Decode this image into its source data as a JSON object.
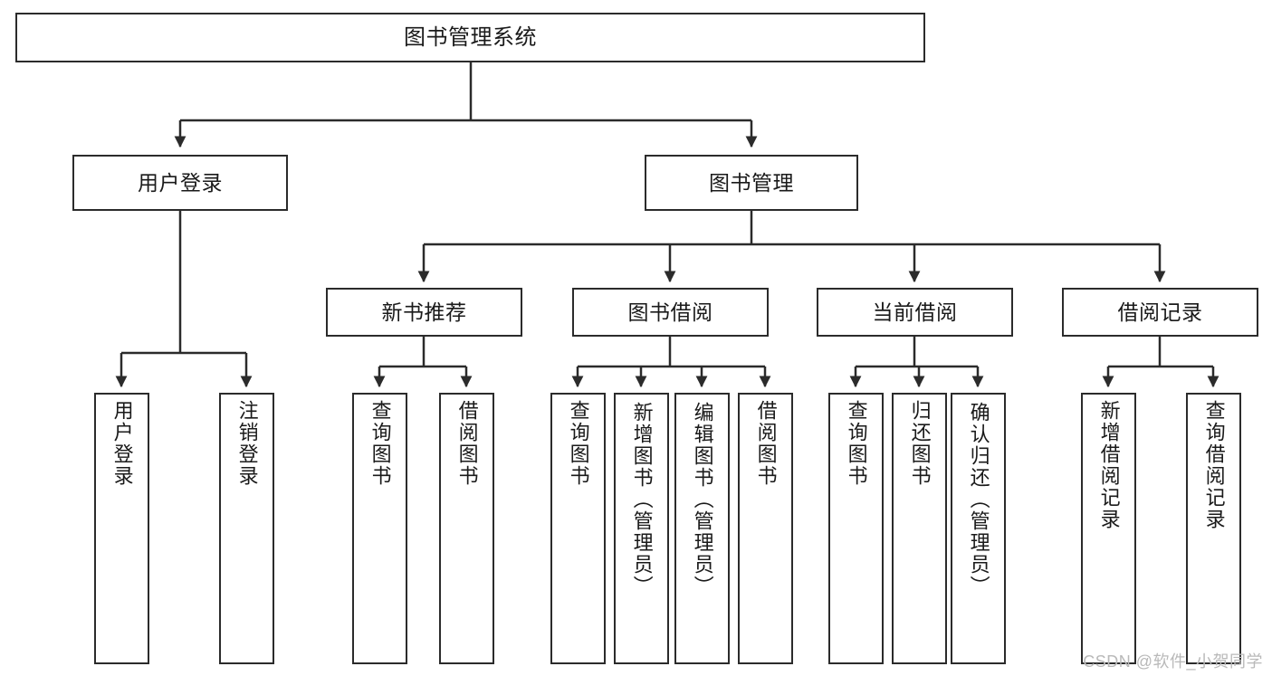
{
  "diagram": {
    "type": "tree",
    "title": "图书管理系统",
    "watermark": "CSDN @软件_小贺同学",
    "colors": {
      "stroke": "#2b2b2b",
      "fill": "#ffffff",
      "text": "#1a1a1a",
      "watermark": "#b9b9b9"
    },
    "nodes": {
      "root": {
        "label": "图书管理系统"
      },
      "level2": [
        {
          "label": "用户登录"
        },
        {
          "label": "图书管理"
        }
      ],
      "level3": [
        {
          "label": "新书推荐"
        },
        {
          "label": "图书借阅"
        },
        {
          "label": "当前借阅"
        },
        {
          "label": "借阅记录"
        }
      ],
      "leaves": {
        "user_login": [
          {
            "label": "用户登录"
          },
          {
            "label": "注销登录"
          }
        ],
        "new_book": [
          {
            "label": "查询图书"
          },
          {
            "label": "借阅图书"
          }
        ],
        "book_borrow": [
          {
            "label": "查询图书"
          },
          {
            "label": "新增图书（管理员）"
          },
          {
            "label": "编辑图书（管理员）"
          },
          {
            "label": "借阅图书"
          }
        ],
        "current_borrow": [
          {
            "label": "查询图书"
          },
          {
            "label": "归还图书"
          },
          {
            "label": "确认归还（管理员）"
          }
        ],
        "borrow_record": [
          {
            "label": "新增借阅记录"
          },
          {
            "label": "查询借阅记录"
          }
        ]
      }
    }
  }
}
